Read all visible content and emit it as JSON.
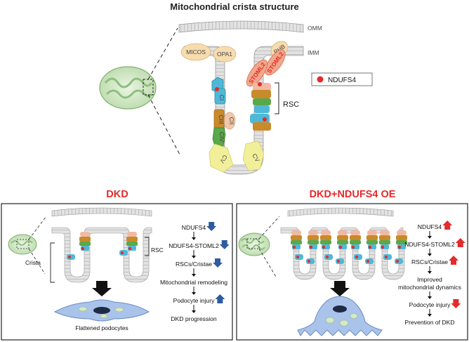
{
  "top": {
    "title": "Mitochondrial crista structure",
    "membranes": {
      "omm": "OMM",
      "imm": "IMM"
    },
    "proteins": {
      "micos": "MICOS",
      "opa1": "OPA1",
      "phb": "PHB",
      "stoml2_a": "STOML2",
      "stoml2_b": "STOML2"
    },
    "complexes": {
      "ci": "CI",
      "cii": "CII",
      "ciii": "CIII",
      "civ": "CIV",
      "cv_a": "CV",
      "cv_b": "CV"
    },
    "legend_label": "NDUFS4",
    "rsc_label": "RSC"
  },
  "dkd": {
    "title": "DKD",
    "crista_label": "Crista",
    "rsc_label": "RSC",
    "caption": "Flattened podocytes",
    "flow": [
      {
        "text": "NDUFS4",
        "arrow": "down"
      },
      {
        "text": "NDUFS4-STOML2",
        "arrow": "down"
      },
      {
        "text": "RSCs/Cristae",
        "arrow": "down"
      },
      {
        "text": "Mitochondrial remodeling",
        "arrow": "none"
      },
      {
        "text": "Podocyte injury",
        "arrow": "up"
      },
      {
        "text": "DKD progression",
        "arrow": "none"
      }
    ]
  },
  "oe": {
    "title": "DKD+NDUFS4 OE",
    "flow": [
      {
        "text": "NDUFS4",
        "arrow": "up"
      },
      {
        "text": "NDUFS4-STOML2",
        "arrow": "up"
      },
      {
        "text": "RSCs/Cristae",
        "arrow": "up"
      },
      {
        "text": "Improved",
        "arrow": "none"
      },
      {
        "text": "mitochondrial dynamics",
        "arrow": "none"
      },
      {
        "text": "Podocyte injury",
        "arrow": "down"
      },
      {
        "text": "Prevention of DKD",
        "arrow": "none"
      }
    ]
  },
  "colors": {
    "accent_red": "#e32b2b",
    "arrow_blue": "#2e5b9e",
    "arrow_red": "#e32b2b",
    "membrane": "#d9d9d9",
    "ci": "#4fb8d8",
    "cii": "#f0c8a8",
    "ciii": "#c98a2b",
    "civ": "#5aa84a",
    "cv": "#f2ef9a",
    "micos": "#f6dcae",
    "mito_fill": "#cfe6c4"
  }
}
